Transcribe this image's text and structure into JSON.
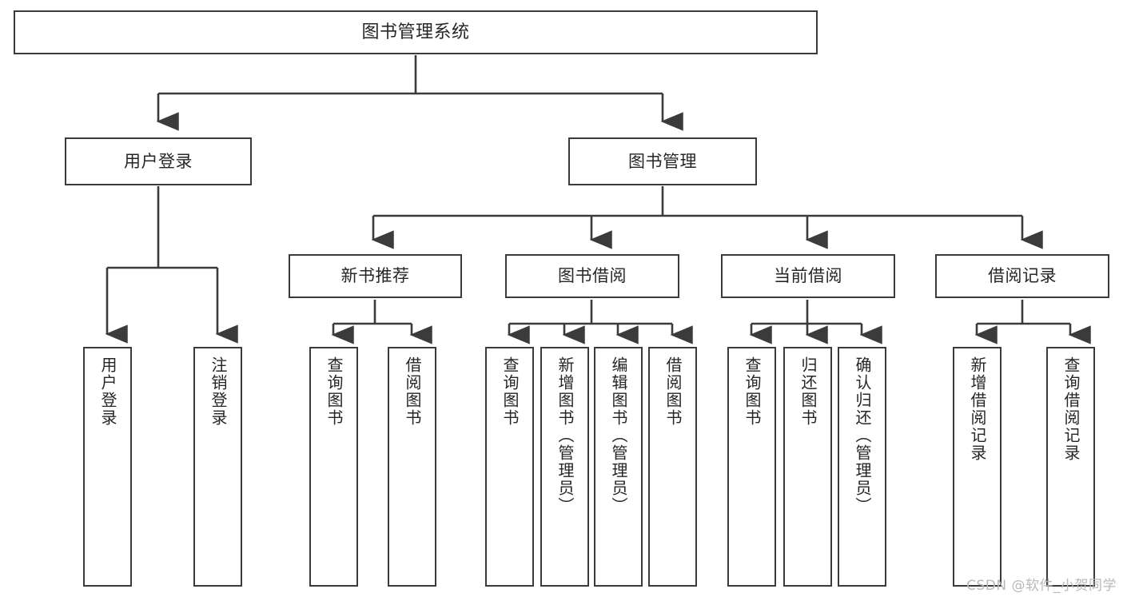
{
  "diagram": {
    "title": "图书管理系统",
    "type": "functional-structure-tree",
    "watermark": "CSDN @软件_小贺同学",
    "colors": {
      "box_border": "#3b3b3b",
      "box_fill": "#ffffff",
      "connector": "#3b3b3b",
      "text": "#262626",
      "watermark": "#b9b9b9"
    },
    "levels": {
      "level1": [
        "图书管理系统"
      ],
      "level2": [
        "用户登录",
        "图书管理"
      ],
      "level3": [
        "新书推荐",
        "图书借阅",
        "当前借阅",
        "借阅记录"
      ],
      "level4": [
        "用户登录",
        "注销登录",
        "查询图书",
        "借阅图书",
        "查询图书",
        "新增图书（管理员）",
        "编辑图书（管理员）",
        "借阅图书",
        "查询图书",
        "归还图书",
        "确认归还（管理员）",
        "新增借阅记录",
        "查询借阅记录"
      ]
    },
    "nodes": {
      "root": {
        "label": "图书管理系统"
      },
      "user_login": {
        "label": "用户登录"
      },
      "book_manage": {
        "label": "图书管理"
      },
      "new_book_rec": {
        "label": "新书推荐"
      },
      "book_borrow": {
        "label": "图书借阅"
      },
      "current_borrow": {
        "label": "当前借阅"
      },
      "borrow_record": {
        "label": "借阅记录"
      },
      "leaf_user_login": {
        "label": "用户登录"
      },
      "leaf_logout": {
        "label": "注销登录"
      },
      "leaf_query_book_1": {
        "label": "查询图书"
      },
      "leaf_borrow_book_1": {
        "label": "借阅图书"
      },
      "leaf_query_book_2": {
        "label": "查询图书"
      },
      "leaf_add_book": {
        "label": "新增图书（管理员）"
      },
      "leaf_edit_book": {
        "label": "编辑图书（管理员）"
      },
      "leaf_borrow_book_2": {
        "label": "借阅图书"
      },
      "leaf_query_book_3": {
        "label": "查询图书"
      },
      "leaf_return_book": {
        "label": "归还图书"
      },
      "leaf_confirm_return": {
        "label": "确认归还（管理员）"
      },
      "leaf_add_record": {
        "label": "新增借阅记录"
      },
      "leaf_query_record": {
        "label": "查询借阅记录"
      }
    },
    "edges": [
      {
        "from": "root",
        "to": "user_login"
      },
      {
        "from": "root",
        "to": "book_manage"
      },
      {
        "from": "user_login",
        "to": "leaf_user_login"
      },
      {
        "from": "user_login",
        "to": "leaf_logout"
      },
      {
        "from": "book_manage",
        "to": "new_book_rec"
      },
      {
        "from": "book_manage",
        "to": "book_borrow"
      },
      {
        "from": "book_manage",
        "to": "current_borrow"
      },
      {
        "from": "book_manage",
        "to": "borrow_record"
      },
      {
        "from": "new_book_rec",
        "to": "leaf_query_book_1"
      },
      {
        "from": "new_book_rec",
        "to": "leaf_borrow_book_1"
      },
      {
        "from": "book_borrow",
        "to": "leaf_query_book_2"
      },
      {
        "from": "book_borrow",
        "to": "leaf_add_book"
      },
      {
        "from": "book_borrow",
        "to": "leaf_edit_book"
      },
      {
        "from": "book_borrow",
        "to": "leaf_borrow_book_2"
      },
      {
        "from": "current_borrow",
        "to": "leaf_query_book_3"
      },
      {
        "from": "current_borrow",
        "to": "leaf_return_book"
      },
      {
        "from": "current_borrow",
        "to": "leaf_confirm_return"
      },
      {
        "from": "borrow_record",
        "to": "leaf_add_record"
      },
      {
        "from": "borrow_record",
        "to": "leaf_query_record"
      }
    ]
  }
}
